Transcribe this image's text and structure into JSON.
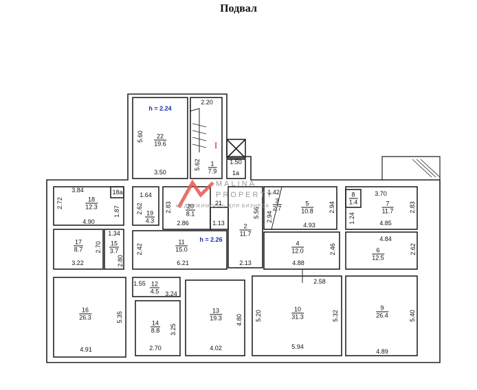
{
  "title": "Подвал",
  "heights": [
    "h = 2.24",
    "h = 2.26"
  ],
  "roman_label": "I",
  "watermark": {
    "brand": "MALINA",
    "brand2": "PROPERTY",
    "tagline": "НЕДВИЖИМОСТЬ ДЛЯ БИЗНЕСА"
  },
  "rooms": [
    {
      "id": "r22",
      "number": "22",
      "area": "19.6"
    },
    {
      "id": "r1",
      "number": "1",
      "area": "7.9"
    },
    {
      "id": "r1a",
      "number": "1a",
      "area": ""
    },
    {
      "id": "r18",
      "number": "18",
      "area": "12.3"
    },
    {
      "id": "r18a",
      "number": "18a",
      "area": ""
    },
    {
      "id": "r19",
      "number": "19",
      "area": "4.3"
    },
    {
      "id": "r20",
      "number": "20",
      "area": "8.1"
    },
    {
      "id": "r21",
      "number": "21",
      "area": ""
    },
    {
      "id": "r2",
      "number": "2",
      "area": "11.7"
    },
    {
      "id": "r3",
      "number": "3",
      "area": "2.7"
    },
    {
      "id": "r5",
      "number": "5",
      "area": "10.8"
    },
    {
      "id": "r8",
      "number": "8",
      "area": "1.4"
    },
    {
      "id": "r7",
      "number": "7",
      "area": "11.7"
    },
    {
      "id": "r17",
      "number": "17",
      "area": "8.7"
    },
    {
      "id": "r15",
      "number": "15",
      "area": "3.7"
    },
    {
      "id": "r11",
      "number": "11",
      "area": "15.0"
    },
    {
      "id": "r4",
      "number": "4",
      "area": "12.0"
    },
    {
      "id": "r6",
      "number": "6",
      "area": "12.5"
    },
    {
      "id": "r16",
      "number": "16",
      "area": "26.3"
    },
    {
      "id": "r12",
      "number": "12",
      "area": "4.5"
    },
    {
      "id": "r14",
      "number": "14",
      "area": "8.8"
    },
    {
      "id": "r13",
      "number": "13",
      "area": "19.3"
    },
    {
      "id": "r10",
      "number": "10",
      "area": "31.3"
    },
    {
      "id": "r9",
      "number": "9",
      "area": "26.4"
    }
  ],
  "dims": {
    "d2_20": "2.20",
    "d5_60": "5.60",
    "d3_50": "3.50",
    "d5_62": "5.62",
    "d1_50": "1.50",
    "d3_84": "3.84",
    "d2_72": "2.72",
    "d1_87": "1.87",
    "d4_90": "4.90",
    "d1_64": "1.64",
    "d2_62": "2.62",
    "d2_83": "2.83",
    "d2_86": "2.86",
    "d1_13": "1.13",
    "d5_56": "5.56",
    "d1_42": "1.42",
    "d2_94a": "2.94",
    "d4_93": "4.93",
    "d2_94b": "2.94",
    "d3_70": "3.70",
    "d1_24": "1.24",
    "d4_85": "4.85",
    "d2_83b": "2.83",
    "d1_34": "1.34",
    "d2_70": "2.70",
    "d3_22": "3.22",
    "d2_80": "2.80",
    "d2_42": "2.42",
    "d6_21": "6.21",
    "d2_13": "2.13",
    "d2_46": "2.46",
    "d4_88": "4.88",
    "d4_84": "4.84",
    "d2_62b": "2.62",
    "d5_35": "5.35",
    "d4_91": "4.91",
    "d1_55": "1.55",
    "d3_24": "3.24",
    "d3_25": "3.25",
    "d2_70b": "2.70",
    "d4_80": "4.80",
    "d4_02": "4.02",
    "d2_58": "2.58",
    "d5_20": "5.20",
    "d5_32": "5.32",
    "d5_94": "5.94",
    "d5_40": "5.40",
    "d4_89": "4.89"
  }
}
